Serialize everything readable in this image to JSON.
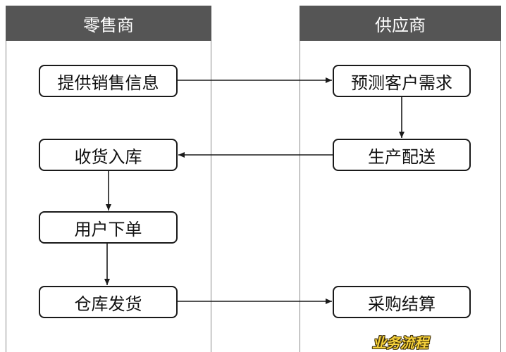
{
  "lanes": {
    "retailer": {
      "title": "零售商"
    },
    "supplier": {
      "title": "供应商"
    }
  },
  "steps": {
    "provide_sales_info": "提供销售信息",
    "forecast_demand": "预测客户需求",
    "produce_delivery": "生产配送",
    "receive_stock": "收货入库",
    "user_order": "用户下单",
    "warehouse_ship": "仓库发货",
    "purchase_settlement": "采购结算"
  },
  "caption": "业务流程",
  "colors": {
    "header_bg": "#555555",
    "header_text": "#ffffff",
    "caption_fill": "#f7d23c",
    "line": "#1a1a1a"
  }
}
